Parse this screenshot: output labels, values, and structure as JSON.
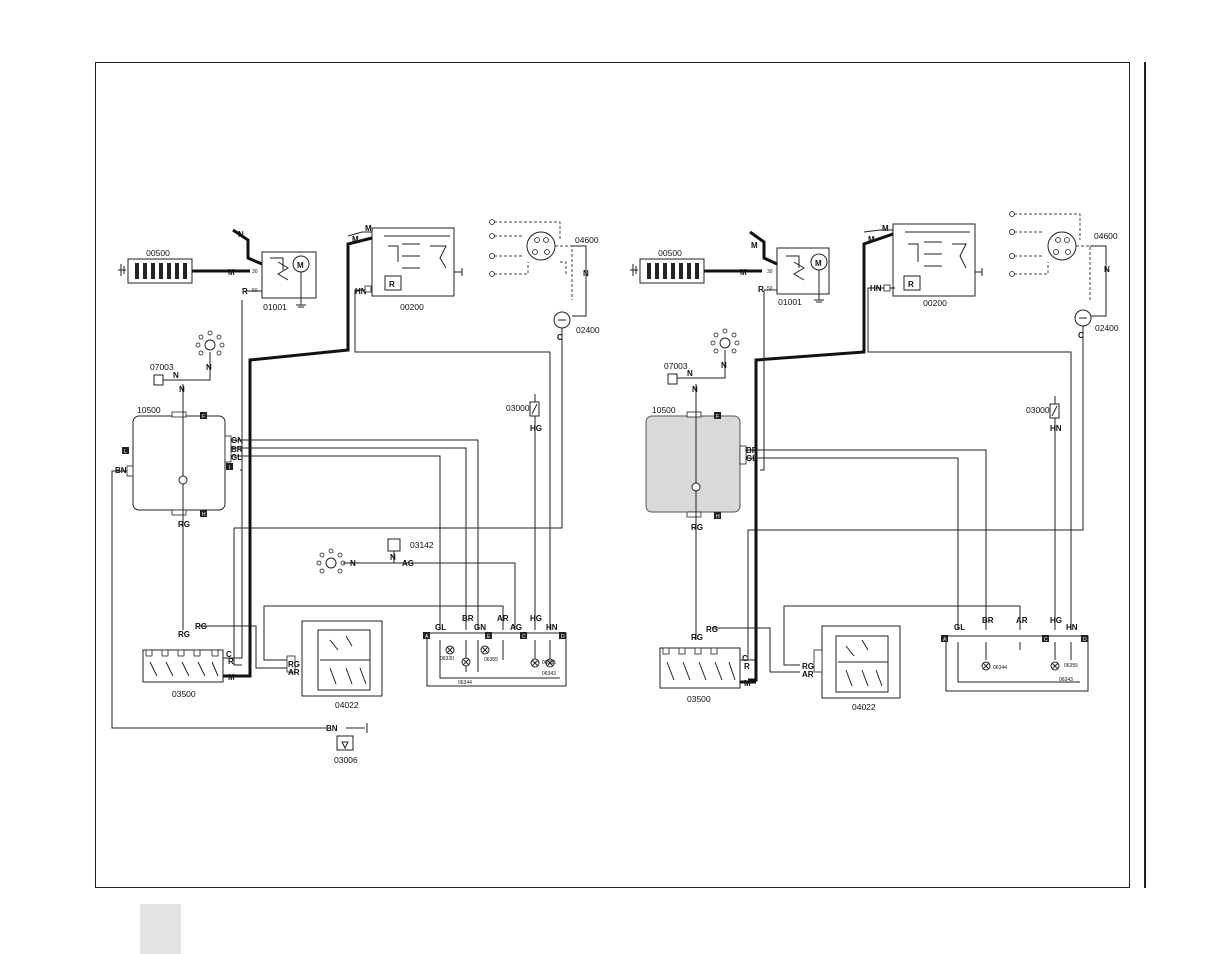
{
  "diagrams": [
    {
      "components": {
        "battery": "00500",
        "starter": "01001",
        "alternator": "00200",
        "ignition_switch": "04600",
        "oil_sender": "02400",
        "connector_07003": "07003",
        "instrument_panel": "10500",
        "sensor_03000": "03000",
        "relay_03142": "03142",
        "fuse_box": "03500",
        "switch_04022": "04022",
        "ground_03006": "03006"
      },
      "lamp_codes": [
        "06330",
        "06365",
        "06344",
        "06355",
        "06343"
      ],
      "wire_labels": {
        "m": "M",
        "n": "N",
        "r": "R",
        "c": "C",
        "hn": "HN",
        "hg": "HG",
        "gn": "GN",
        "br": "BR",
        "gl": "GL",
        "bn": "BN",
        "rg": "RG",
        "ag": "AG",
        "ar": "AR",
        "r_box": "R"
      },
      "pin_letters": {
        "a": "A",
        "b": "B",
        "c": "C",
        "d": "D",
        "e": "E",
        "f": "F",
        "h": "H",
        "i": "I",
        "l": "L"
      },
      "pin_numbers": {
        "p30": "30",
        "p50": "50"
      }
    },
    {
      "components": {
        "battery": "00500",
        "starter": "01001",
        "alternator": "00200",
        "ignition_switch": "04600",
        "oil_sender": "02400",
        "connector_07003": "07003",
        "instrument_panel": "10500",
        "sensor_03000": "03000",
        "fuse_box": "03500",
        "switch_04022": "04022"
      },
      "lamp_codes": [
        "06344",
        "06355",
        "06343"
      ],
      "wire_labels": {
        "m": "M",
        "n": "N",
        "r": "R",
        "c": "C",
        "hn": "HN",
        "hg": "HG",
        "br": "BR",
        "gl": "GL",
        "rg": "RG",
        "ar": "AR",
        "r_box": "R"
      },
      "pin_letters": {
        "a": "A",
        "c": "C",
        "d": "D",
        "e": "E",
        "f": "F",
        "h": "H"
      },
      "pin_numbers": {
        "p30": "30",
        "p50": "50"
      }
    }
  ]
}
